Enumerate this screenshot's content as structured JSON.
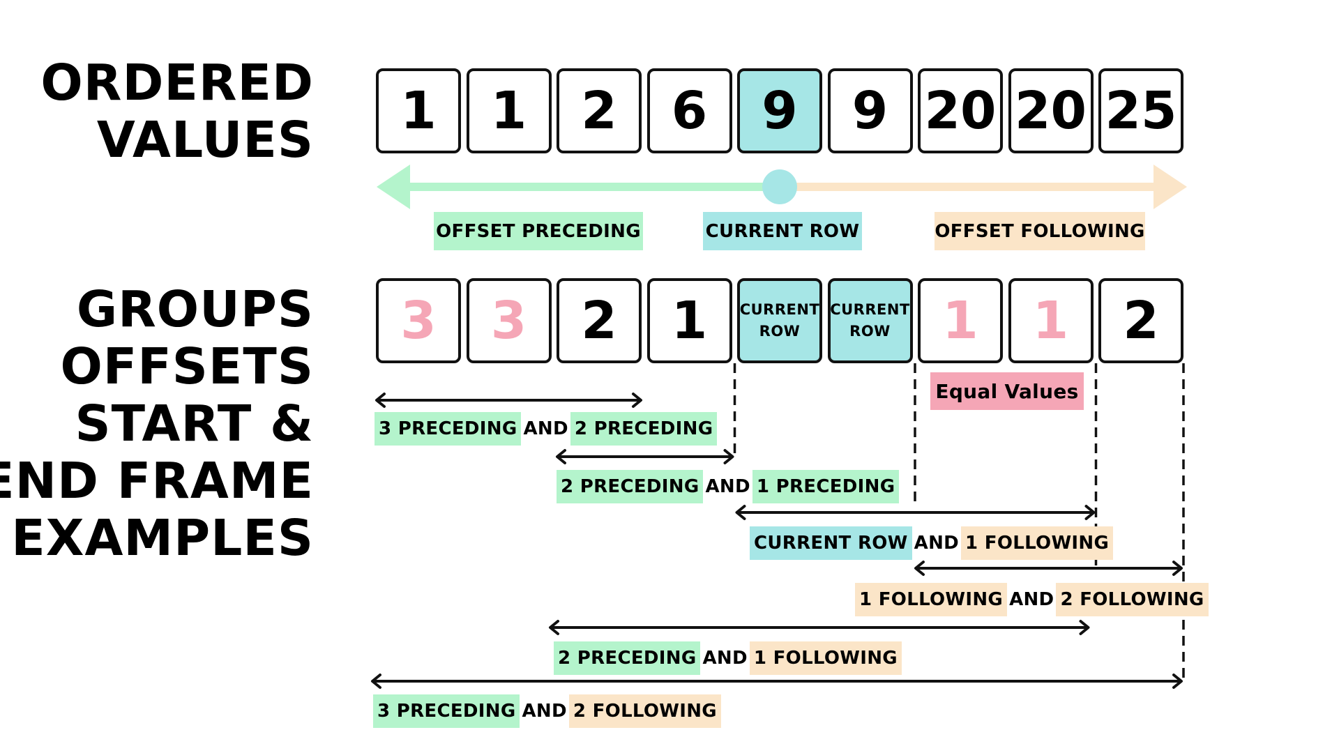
{
  "ordered_title": [
    "ORDERED",
    "VALUES"
  ],
  "groups_title": [
    "GROUPS",
    "OFFSETS",
    "START &",
    "END FRAME",
    "EXAMPLES"
  ],
  "ordered_values": [
    "1",
    "1",
    "2",
    "6",
    "9",
    "9",
    "20",
    "20",
    "25"
  ],
  "current_index": 4,
  "group_offsets": [
    {
      "label": "3",
      "style": "pink"
    },
    {
      "label": "3",
      "style": "pink"
    },
    {
      "label": "2",
      "style": "normal"
    },
    {
      "label": "1",
      "style": "normal"
    },
    {
      "label": "CURRENT ROW",
      "style": "current"
    },
    {
      "label": "CURRENT ROW",
      "style": "current"
    },
    {
      "label": "1",
      "style": "pink"
    },
    {
      "label": "1",
      "style": "pink"
    },
    {
      "label": "2",
      "style": "normal"
    }
  ],
  "legend": {
    "preceding": "OFFSET PRECEDING",
    "current": "CURRENT ROW",
    "following": "OFFSET FOLLOWING"
  },
  "equal_values": "Equal Values",
  "frames": [
    {
      "start": "3 PRECEDING",
      "and": "AND",
      "end": "2 PRECEDING",
      "start_kind": "green",
      "end_kind": "green"
    },
    {
      "start": "2 PRECEDING",
      "and": "AND",
      "end": "1 PRECEDING",
      "start_kind": "green",
      "end_kind": "green"
    },
    {
      "start": "CURRENT ROW",
      "and": "AND",
      "end": "1 FOLLOWING",
      "start_kind": "cyan",
      "end_kind": "peach"
    },
    {
      "start": "1 FOLLOWING",
      "and": "AND",
      "end": "2 FOLLOWING",
      "start_kind": "peach",
      "end_kind": "peach"
    },
    {
      "start": "2 PRECEDING",
      "and": "AND",
      "end": "1 FOLLOWING",
      "start_kind": "green",
      "end_kind": "peach"
    },
    {
      "start": "3 PRECEDING",
      "and": "AND",
      "end": "2 FOLLOWING",
      "start_kind": "green",
      "end_kind": "peach"
    }
  ],
  "colors": {
    "preceding": "#b4f4cc",
    "current": "#a6e6e6",
    "following": "#fbe5c8",
    "equal": "#f5a6b6",
    "pink_text": "#f5a6b6"
  }
}
